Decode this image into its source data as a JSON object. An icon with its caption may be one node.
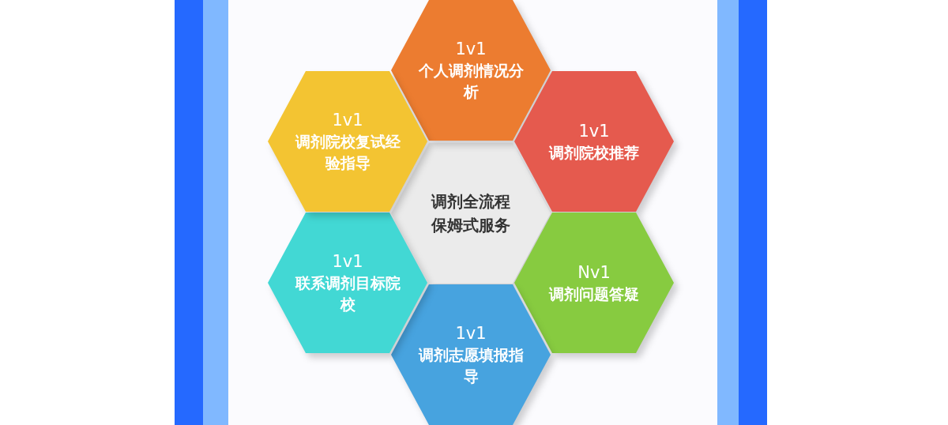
{
  "diagram": {
    "nodes": [
      {
        "text": [
          "调剂全流程保姆式服务"
        ]
      },
      {
        "text": [
          "1v1",
          "个人调剂情况分析"
        ]
      },
      {
        "text": [
          "1v1",
          "调剂院校推荐"
        ]
      },
      {
        "text": [
          "Nv1",
          "调剂问题答疑"
        ]
      },
      {
        "text": [
          "1v1",
          "调剂志愿填报指导"
        ]
      },
      {
        "text": [
          "1v1",
          "联系调剂目标院校"
        ]
      },
      {
        "text": [
          "1v1",
          "调剂院校复试经验指导"
        ]
      }
    ]
  }
}
